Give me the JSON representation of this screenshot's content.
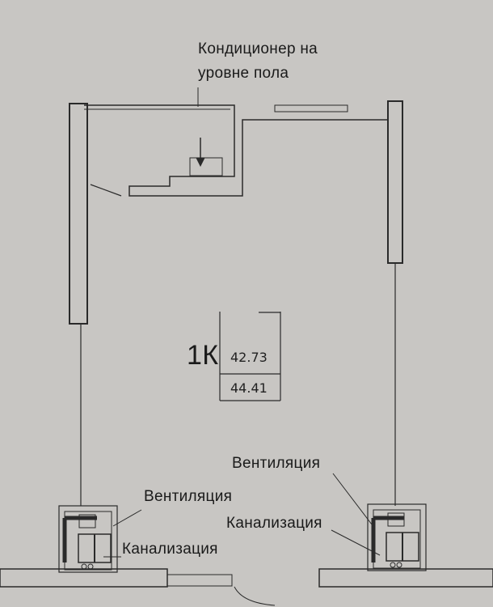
{
  "annotations": {
    "ac_line1": "Кондиционер на",
    "ac_line2": "уровне пола",
    "vent_left": "Вентиляция",
    "sewer_left": "Канализация",
    "vent_right": "Вентиляция",
    "sewer_right": "Канализация"
  },
  "apartment": {
    "type": "1К",
    "living_area": "42.73",
    "total_area": "44.41"
  }
}
